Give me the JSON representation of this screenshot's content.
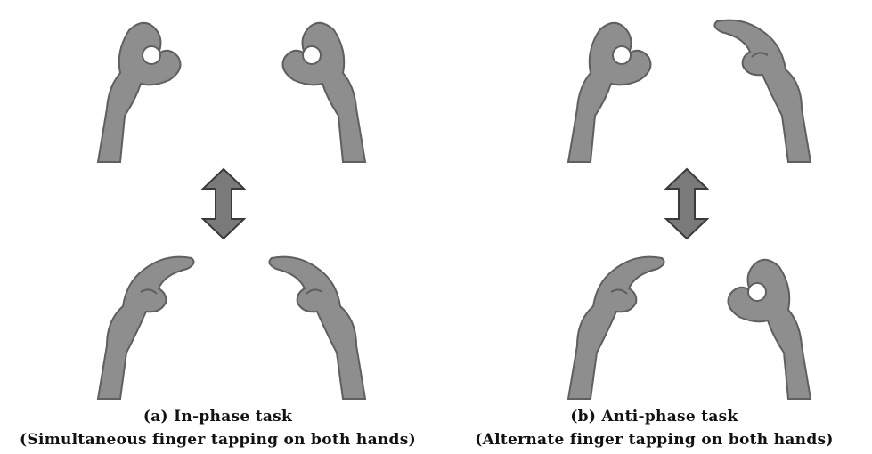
{
  "panels": [
    {
      "caption": "(a) In-phase task",
      "description": "(Simultaneous finger tapping on both hands)",
      "top_pair": [
        "closed",
        "closed"
      ],
      "bottom_pair": [
        "open",
        "open"
      ]
    },
    {
      "caption": "(b) Anti-phase task",
      "description": "(Alternate finger tapping on both hands)",
      "top_pair": [
        "closed",
        "open"
      ],
      "bottom_pair": [
        "open",
        "closed"
      ]
    }
  ],
  "colors": {
    "hand": "#8e8e8e",
    "hand_shadow": "#5f5f5f",
    "arrow": "#7a7a7a",
    "arrow_stroke": "#3a3a3a"
  },
  "icons": {
    "arrow": "double-headed-vertical-arrow-icon",
    "hand_closed": "pinch-closed-hand-icon",
    "hand_open": "pinch-open-hand-icon"
  }
}
